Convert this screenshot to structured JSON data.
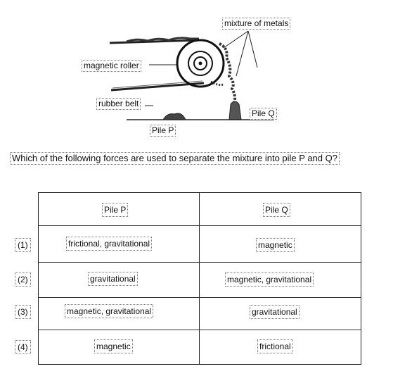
{
  "diagram": {
    "mixture_label": "mixture of metals",
    "roller_label": "magnetic roller",
    "belt_label": "rubber belt",
    "pile_q_label": "Pile Q",
    "pile_p_label": "Pile P"
  },
  "question": "Which of the following forces are used to separate the mixture into pile P and Q?",
  "table": {
    "headers": [
      "Pile P",
      "Pile Q"
    ],
    "rows": [
      {
        "num": "(1)",
        "p": "frictional, gravitational",
        "q": "magnetic"
      },
      {
        "num": "(2)",
        "p": "gravitational",
        "q": "magnetic, gravitational"
      },
      {
        "num": "(3)",
        "p": "magnetic, gravitational",
        "q": "gravitational"
      },
      {
        "num": "(4)",
        "p": "magnetic",
        "q": "frictional"
      }
    ]
  }
}
